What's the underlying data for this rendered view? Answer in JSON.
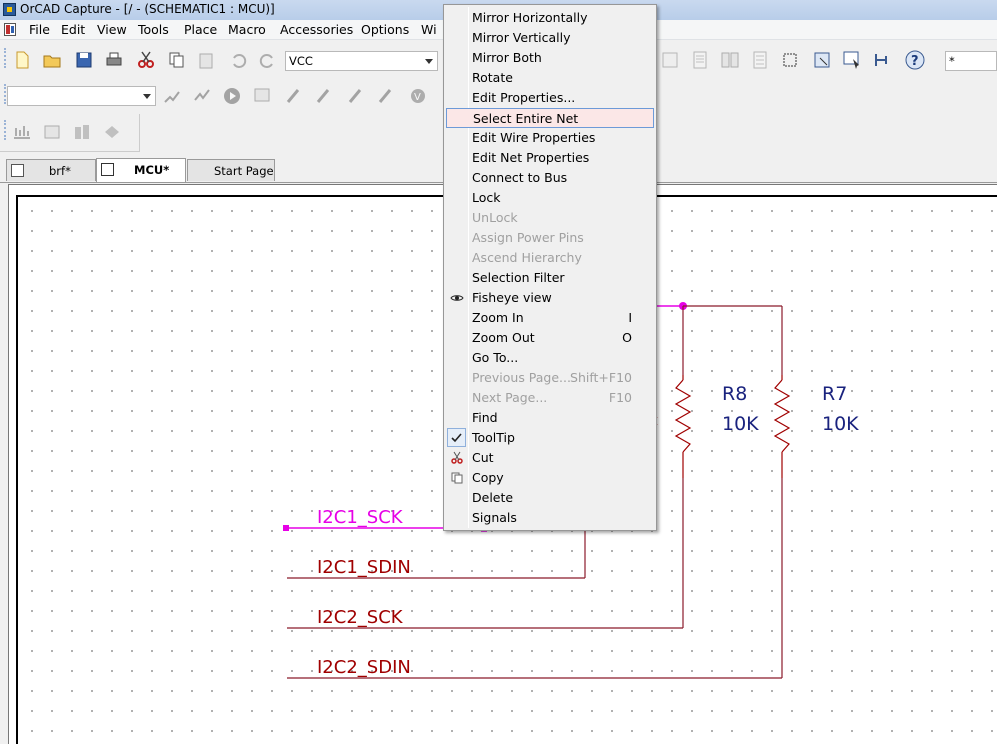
{
  "window": {
    "title": "OrCAD Capture - [/ - (SCHEMATIC1 : MCU)]"
  },
  "menubar": {
    "items": [
      "File",
      "Edit",
      "View",
      "Tools",
      "Place",
      "Macro",
      "Accessories",
      "Options",
      "Wi"
    ]
  },
  "toolbar": {
    "part_combo_value": "VCC",
    "search_combo_value": "*",
    "net_combo_value": ""
  },
  "tabs": [
    {
      "label": "brf*",
      "active": false
    },
    {
      "label": "MCU*",
      "active": true
    },
    {
      "label": "Start Page",
      "active": false
    }
  ],
  "context_menu": {
    "items": [
      {
        "label": "Mirror Horizontally",
        "shortcut": "",
        "enabled": true
      },
      {
        "label": "Mirror Vertically",
        "shortcut": "",
        "enabled": true
      },
      {
        "label": "Mirror Both",
        "shortcut": "",
        "enabled": true
      },
      {
        "label": "Rotate",
        "shortcut": "",
        "enabled": true
      },
      {
        "label": "Edit Properties...",
        "shortcut": "",
        "enabled": true
      },
      {
        "label": "Select Entire Net",
        "shortcut": "",
        "enabled": true,
        "highlighted": true
      },
      {
        "label": "Edit Wire Properties",
        "shortcut": "",
        "enabled": true
      },
      {
        "label": "Edit Net Properties",
        "shortcut": "",
        "enabled": true
      },
      {
        "label": "Connect to Bus",
        "shortcut": "",
        "enabled": true
      },
      {
        "label": "Lock",
        "shortcut": "",
        "enabled": true
      },
      {
        "label": "UnLock",
        "shortcut": "",
        "enabled": false
      },
      {
        "label": "Assign Power Pins",
        "shortcut": "",
        "enabled": false
      },
      {
        "label": "Ascend Hierarchy",
        "shortcut": "",
        "enabled": false
      },
      {
        "label": "Selection Filter",
        "shortcut": "",
        "enabled": true
      },
      {
        "label": "Fisheye view",
        "shortcut": "",
        "enabled": true,
        "icon": "eye-icon"
      },
      {
        "label": "Zoom In",
        "shortcut": "I",
        "enabled": true
      },
      {
        "label": "Zoom Out",
        "shortcut": "O",
        "enabled": true
      },
      {
        "label": "Go To...",
        "shortcut": "",
        "enabled": true
      },
      {
        "label": "Previous Page...",
        "shortcut": "Shift+F10",
        "enabled": false
      },
      {
        "label": "Next Page...",
        "shortcut": "F10",
        "enabled": false
      },
      {
        "label": "Find",
        "shortcut": "",
        "enabled": true
      },
      {
        "label": "ToolTip",
        "shortcut": "",
        "enabled": true,
        "checked": true
      },
      {
        "label": "Cut",
        "shortcut": "",
        "enabled": true,
        "icon": "scissors-icon"
      },
      {
        "label": "Copy",
        "shortcut": "",
        "enabled": true,
        "icon": "copy-icon"
      },
      {
        "label": "Delete",
        "shortcut": "",
        "enabled": true
      },
      {
        "label": "Signals",
        "shortcut": "",
        "enabled": true
      }
    ]
  },
  "schematic": {
    "nets": [
      {
        "label": "I2C1_SCK",
        "color": "#e600e6",
        "selected": true
      },
      {
        "label": "I2C1_SDIN",
        "color": "#a00000",
        "selected": false
      },
      {
        "label": "I2C2_SCK",
        "color": "#a00000",
        "selected": false
      },
      {
        "label": "I2C2_SDIN",
        "color": "#a00000",
        "selected": false
      }
    ],
    "resistors": [
      {
        "ref": "R8",
        "value": "10K"
      },
      {
        "ref": "R7",
        "value": "10K"
      }
    ],
    "colors": {
      "wire": "#8b1a2b",
      "selected": "#e600e6",
      "resistor": "#a00000",
      "part_text": "#1a237e",
      "grid": "#9a9a9a"
    }
  }
}
